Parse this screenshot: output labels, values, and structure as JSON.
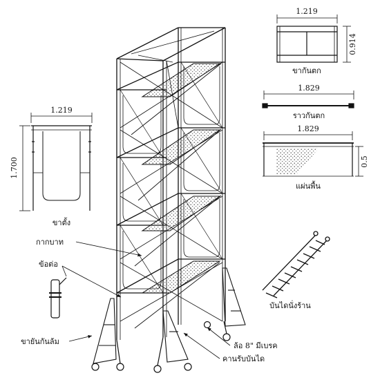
{
  "components": {
    "end_frame": {
      "label": "ขาตั้ง",
      "width": "1.219",
      "height": "1.700"
    },
    "guard_frame": {
      "label": "ขากันตก",
      "width": "1.219",
      "height": "0.914"
    },
    "guard_rail": {
      "label": "ราวกันตก",
      "length": "1.829"
    },
    "platform": {
      "label": "แผ่นพื้น",
      "length": "1.829",
      "width": "0.5"
    },
    "ladder": {
      "label": "บันไดนั่งร้าน"
    }
  },
  "callouts": {
    "cross_brace": "กากบาท",
    "coupler": "ข้อต่อ",
    "outrigger": "ขายันกันล้ม",
    "caster": "ล้อ 8\" มีเบรค",
    "stair_beam": "คานรับบันได"
  },
  "colors": {
    "line": "#111111",
    "background": "#ffffff"
  }
}
